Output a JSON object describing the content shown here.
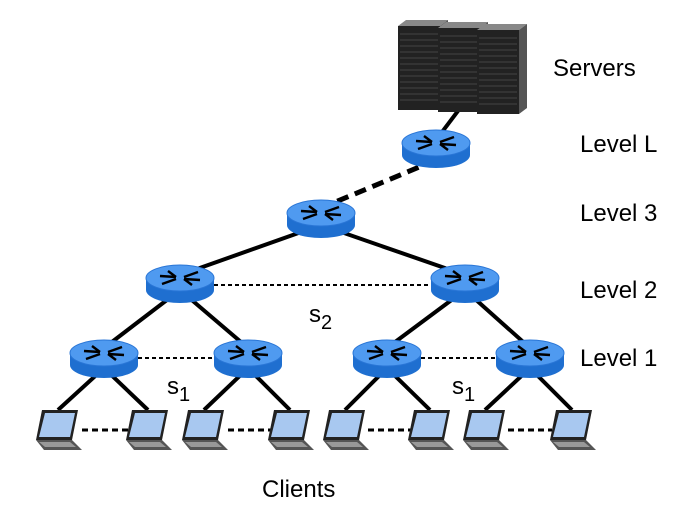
{
  "labels": {
    "servers": "Servers",
    "level_l": "Level L",
    "level_3": "Level 3",
    "level_2": "Level 2",
    "level_1": "Level 1",
    "clients": "Clients"
  },
  "symbols": {
    "s2_base": "s",
    "s2_sub": "2",
    "s1_base": "s",
    "s1_sub": "1"
  },
  "colors": {
    "router_top": "#3d8ee8",
    "router_side": "#1f6fd0",
    "server_body": "#555555",
    "screen": "#a8c8f0"
  }
}
